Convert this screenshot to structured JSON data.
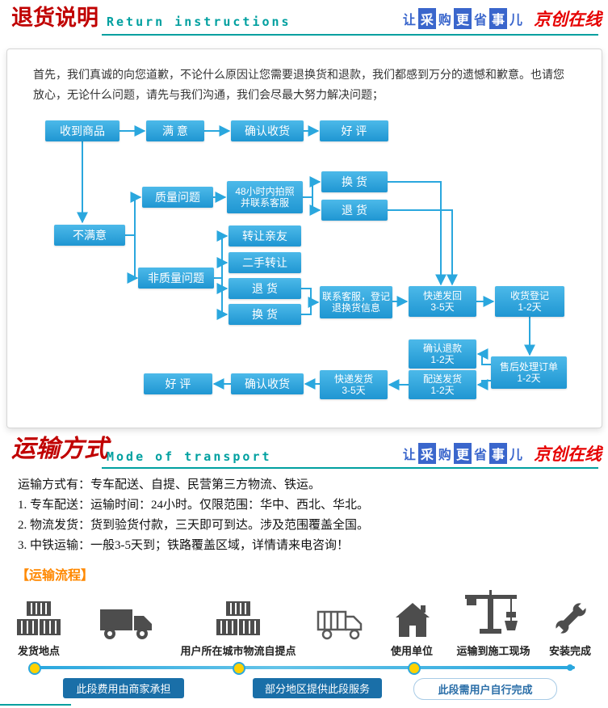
{
  "brand": {
    "chars": [
      "让",
      "采",
      "购",
      "更",
      "省",
      "事",
      "儿"
    ],
    "logo": "京创在线"
  },
  "return_section": {
    "title": "退货说明",
    "subtitle": "Return instructions",
    "intro": "首先，我们真诚的向您道歉，不论什么原因让您需要退换货和退款，我们都感到万分的遗憾和歉意。也请您放心，无论什么问题，请先与我们沟通，我们会尽最大努力解决问题；",
    "nodes": {
      "received": "收到商品",
      "satisfied": "满 意",
      "confirm_receipt_top": "确认收货",
      "praise_top": "好 评",
      "unsatisfied": "不满意",
      "quality_issue": "质量问题",
      "photo_48h": "48小时内拍照\n并联系客服",
      "exchange_q": "换 货",
      "return_q": "退 货",
      "non_quality_issue": "非质量问题",
      "transfer_friend": "转让亲友",
      "secondhand_transfer": "二手转让",
      "return_nq": "退 货",
      "exchange_nq": "换 货",
      "register_info": "联系客服，登记\n退换货信息",
      "send_back": "快递发回\n3-5天",
      "receipt_register": "收货登记\n1-2天",
      "aftersale_order": "售后处理订单\n1-2天",
      "confirm_refund": "确认退款\n1-2天",
      "dispatch": "配送发货\n1-2天",
      "express_send": "快递发货\n3-5天",
      "confirm_receipt_bottom": "确认收货",
      "praise_bottom": "好 评"
    }
  },
  "transport_section": {
    "title": "运输方式",
    "subtitle": "Mode of transport",
    "lines": [
      "运输方式有：专车配送、自提、民营第三方物流、铁运。",
      "1. 专车配送：运输时间：24小时。仅限范围：华中、西北、华北。",
      "2. 物流发货：货到验货付款，三天即可到达。涉及范围覆盖全国。",
      "3. 中铁运输：一般3-5天到；铁路覆盖区域，详情请来电咨询！"
    ],
    "process_title": "【运输流程】",
    "steps": {
      "ship_point": "发货地点",
      "pickup_point": "用户所在城市物流自提点",
      "use_unit": "使用单位",
      "to_site": "运输到施工现场",
      "install_done": "安装完成"
    },
    "timeline": {
      "seller_pay": "此段费用由商家承担",
      "partial_service": "部分地区提供此段服务",
      "user_complete": "此段需用户自行完成"
    }
  },
  "colors": {
    "accent_teal": "#00a0a0",
    "flow_blue": "#2aa7de",
    "brand_blue": "#3a66cc",
    "title_red": "#c00000",
    "orange": "#ff8800",
    "label_blue": "#1a6fa8"
  }
}
